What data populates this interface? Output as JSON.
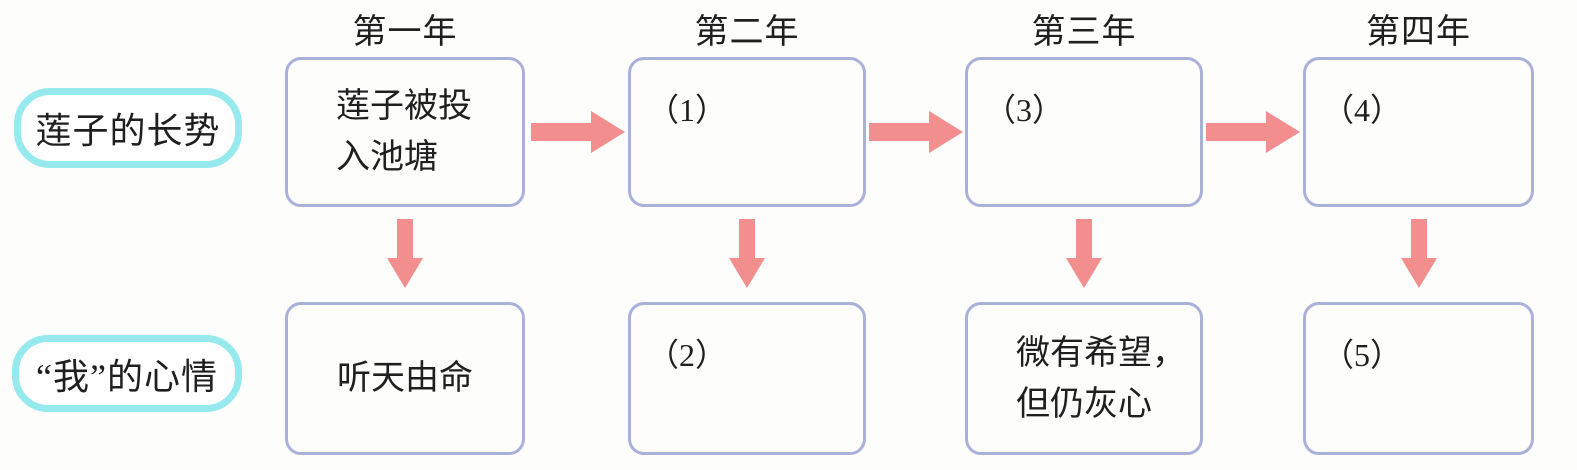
{
  "colors": {
    "background": "#fdfdfc",
    "box_border": "#aab1d8",
    "label_border": "#96e9ec",
    "arrow": "#f28e8e",
    "text": "#1f1f1f"
  },
  "icons": [
    {
      "name": "right-arrow-icon",
      "shape": "➡"
    },
    {
      "name": "down-arrow-icon",
      "shape": "⬇"
    }
  ],
  "row_labels": [
    {
      "text": "莲子的长势"
    },
    {
      "text": "“我”的心情"
    }
  ],
  "columns": [
    {
      "year": "第一年",
      "growth": "莲子被投\n入池塘",
      "mood": "听天由命"
    },
    {
      "year": "第二年",
      "growth": "（1）",
      "mood": "（2）"
    },
    {
      "year": "第三年",
      "growth": "（3）",
      "mood": "微有希望，\n但仍灰心"
    },
    {
      "year": "第四年",
      "growth": "（4）",
      "mood": "（5）"
    }
  ]
}
